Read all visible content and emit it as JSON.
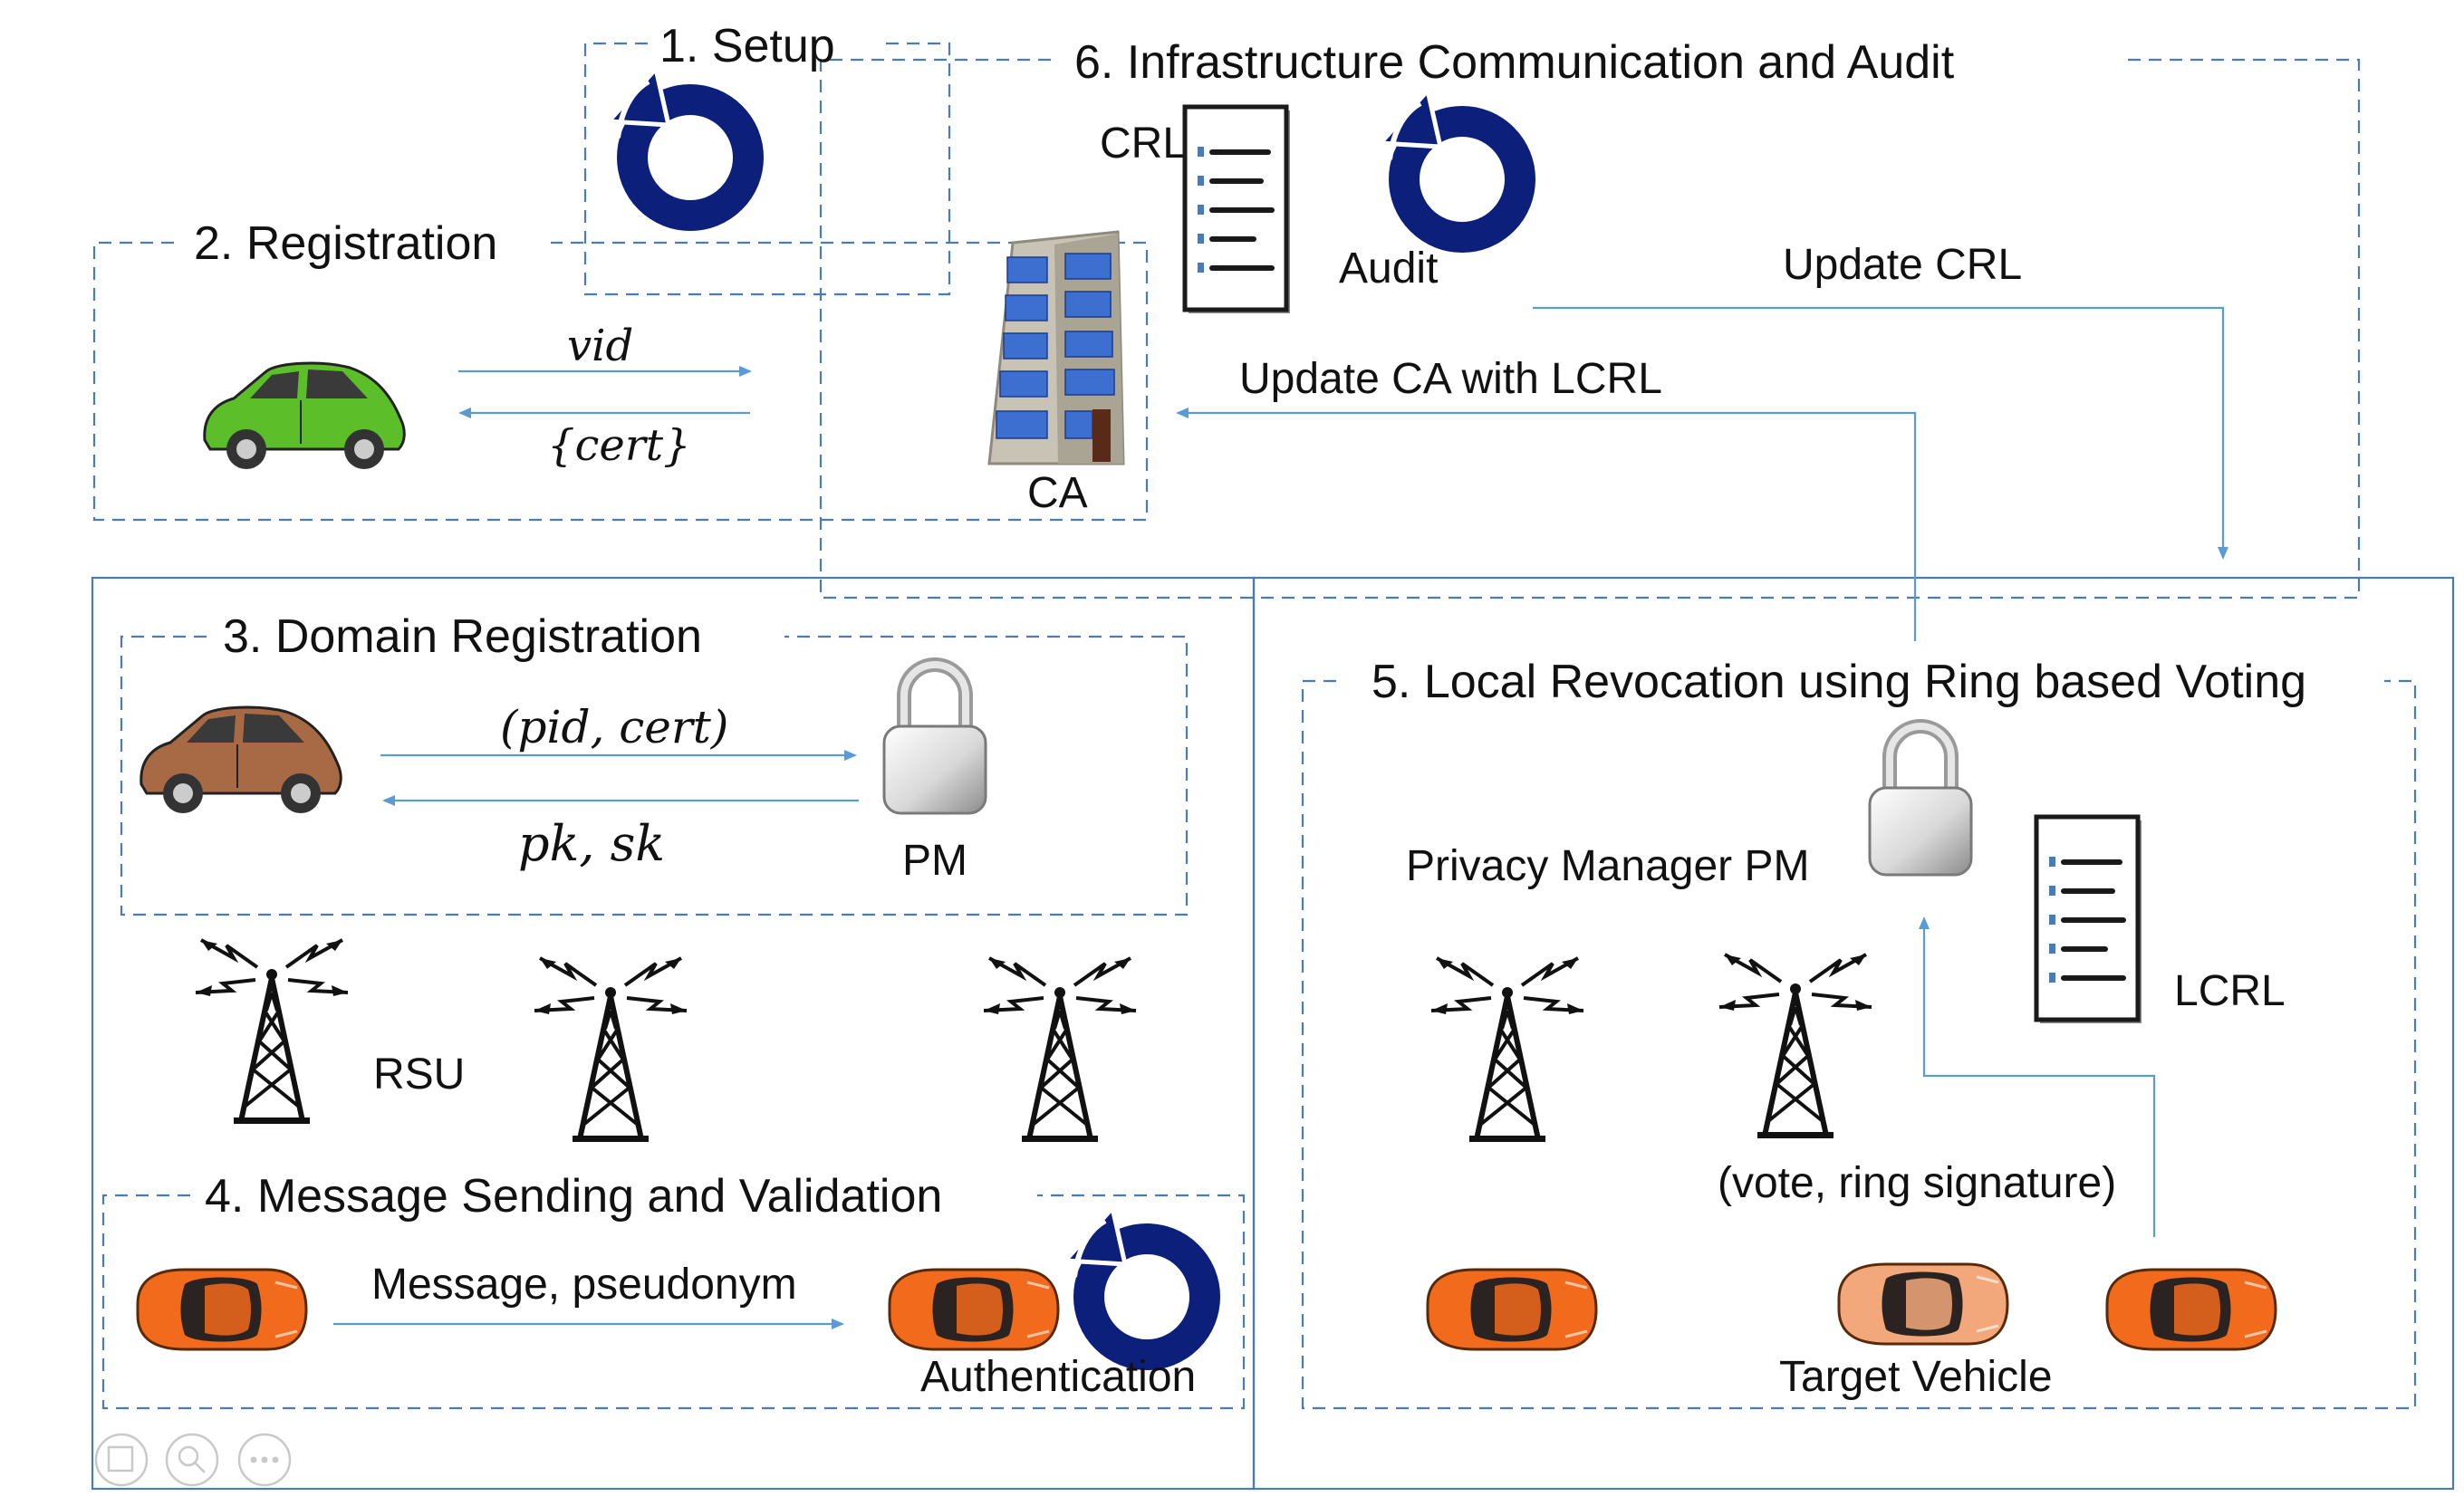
{
  "sections": {
    "setup": "1. Setup",
    "registration": "2. Registration",
    "domain_registration": "3. Domain Registration",
    "message_sending": "4. Message Sending and Validation",
    "local_revocation": "5. Local Revocation using Ring based Voting",
    "infrastructure": "6. Infrastructure Communication and Audit"
  },
  "labels": {
    "crl": "CRL",
    "audit": "Audit",
    "update_crl": "Update CRL",
    "update_ca": "Update CA with LCRL",
    "ca": "CA",
    "vid": "vid",
    "cert": "{cert}",
    "pid_cert": "(pid, cert)",
    "pk_sk": "pk, sk",
    "pm": "PM",
    "rsu": "RSU",
    "message_pseudonym": "Message, pseudonym",
    "authentication": "Authentication",
    "privacy_manager": "Privacy Manager PM",
    "lcrl": "LCRL",
    "vote_ring": "(vote, ring signature)",
    "target_vehicle": "Target Vehicle"
  },
  "colors": {
    "border": "#4a7bb5",
    "arrow": "#5b9bd5",
    "cycle": "#0c1f7a",
    "green_car": "#5cbf2a",
    "brown_car": "#a86a45",
    "orange_car": "#f26a1b",
    "faded_car": "#f2a87a"
  }
}
